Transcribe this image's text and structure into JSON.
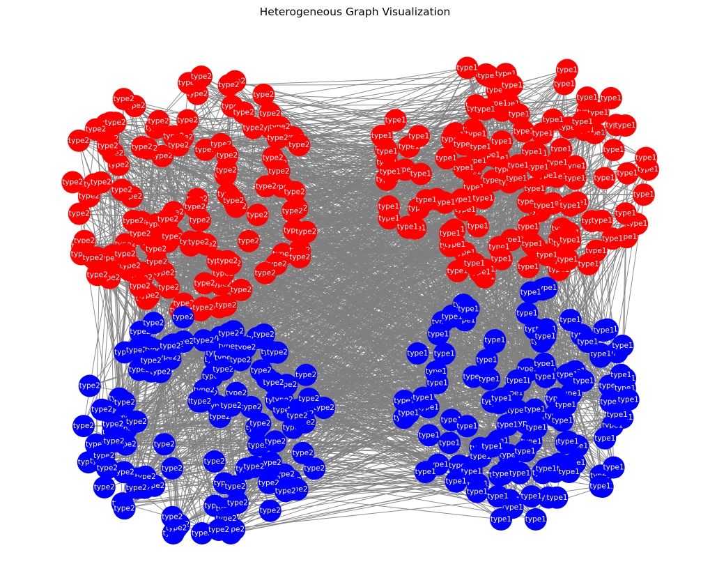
{
  "title": "Heterogeneous Graph Visualization",
  "colors": {
    "red_cluster": "#ff0000",
    "blue_cluster": "#0000ff",
    "edge": "#808080",
    "label": "#ffffff"
  },
  "clusters": [
    {
      "key": "left_red",
      "label": "type2",
      "color": "#ff0000",
      "node_count": 120
    },
    {
      "key": "right_red",
      "label": "type1",
      "color": "#ff0000",
      "node_count": 130
    },
    {
      "key": "left_blue",
      "label": "type2",
      "color": "#0000ff",
      "node_count": 120
    },
    {
      "key": "right_blue",
      "label": "type1",
      "color": "#0000ff",
      "node_count": 120
    }
  ]
}
